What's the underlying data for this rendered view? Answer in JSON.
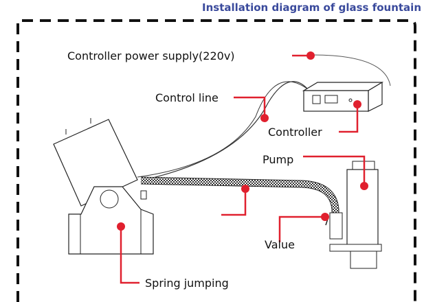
{
  "title": "Installation diagram of glass fountain",
  "labels": {
    "power_supply": "Controller power supply(220v)",
    "control_line": "Control line",
    "controller": "Controller",
    "pump": "Pump",
    "value": "Value",
    "spring_jumping": "Spring jumping"
  },
  "colors": {
    "title": "#3a4a9c",
    "callout": "#e0202e",
    "outline": "#222222"
  }
}
